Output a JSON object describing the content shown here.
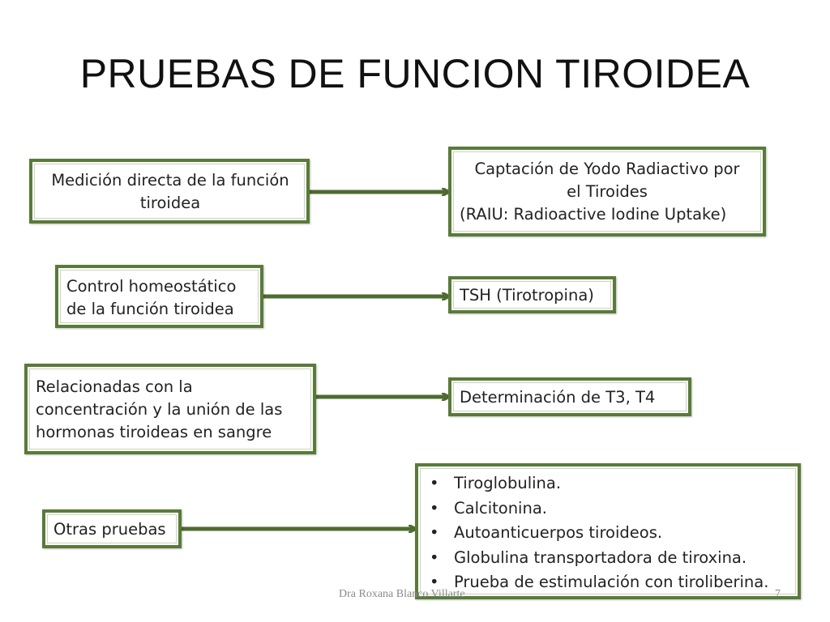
{
  "slide": {
    "title": "PRUEBAS DE FUNCION TIROIDEA",
    "rows": [
      {
        "left": [
          "Medición directa de la función",
          "tiroidea"
        ],
        "right": [
          "Captación de Yodo Radiactivo por",
          "el Tiroides",
          "(RAIU: Radioactive Iodine Uptake)"
        ]
      },
      {
        "left": [
          "Control homeostático",
          "de la función tiroidea"
        ],
        "right": [
          "TSH (Tirotropina)"
        ]
      },
      {
        "left": [
          "Relacionadas con la",
          "concentración y la unión de las",
          "hormonas tiroideas en sangre"
        ],
        "right": [
          "Determinación de T3, T4"
        ]
      },
      {
        "left": [
          "Otras pruebas"
        ],
        "bullet_char": "•",
        "right": [
          "Tiroglobulina.",
          "Calcitonina.",
          "Autoanticuerpos tiroideos.",
          "Globulina transportadora de tiroxina.",
          "Prueba de estimulación con tiroliberina."
        ]
      }
    ],
    "footer": {
      "author": "Dra Roxana Blanco Villarte",
      "page_number": "7"
    }
  },
  "colors": {
    "box_border": "#5a7a3a",
    "arrow": "#4f6b30",
    "text": "#222222",
    "footer_text": "#8a8a8a"
  },
  "icons": {
    "connector": "arrow-right-icon"
  }
}
